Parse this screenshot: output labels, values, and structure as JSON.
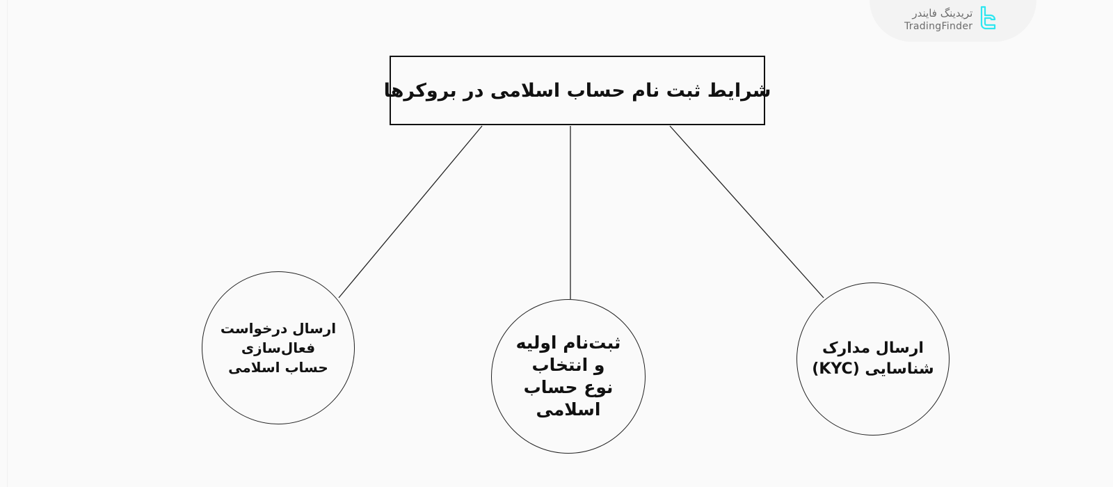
{
  "logo": {
    "name_fa": "تریدینگ فایندر",
    "name_en": "TradingFinder",
    "icon": "tradingfinder-logo-icon",
    "icon_color": "#2ee6f0"
  },
  "diagram": {
    "title": "شرایط ثبت نام حساب اسلامی در بروکرها",
    "nodes": [
      {
        "id": "left",
        "label": "ارسال درخواست\nفعال‌سازی\nحساب اسلامی"
      },
      {
        "id": "center",
        "label": "ثبت‌نام اولیه\nو انتخاب\nنوع حساب\nاسلامی"
      },
      {
        "id": "right",
        "label": "ارسال مدارک\nشناسایی (KYC)"
      }
    ],
    "edges": [
      {
        "from": "title",
        "to": "left"
      },
      {
        "from": "title",
        "to": "center"
      },
      {
        "from": "title",
        "to": "right"
      }
    ],
    "line_color": "#222222",
    "background": "#fafafa"
  }
}
